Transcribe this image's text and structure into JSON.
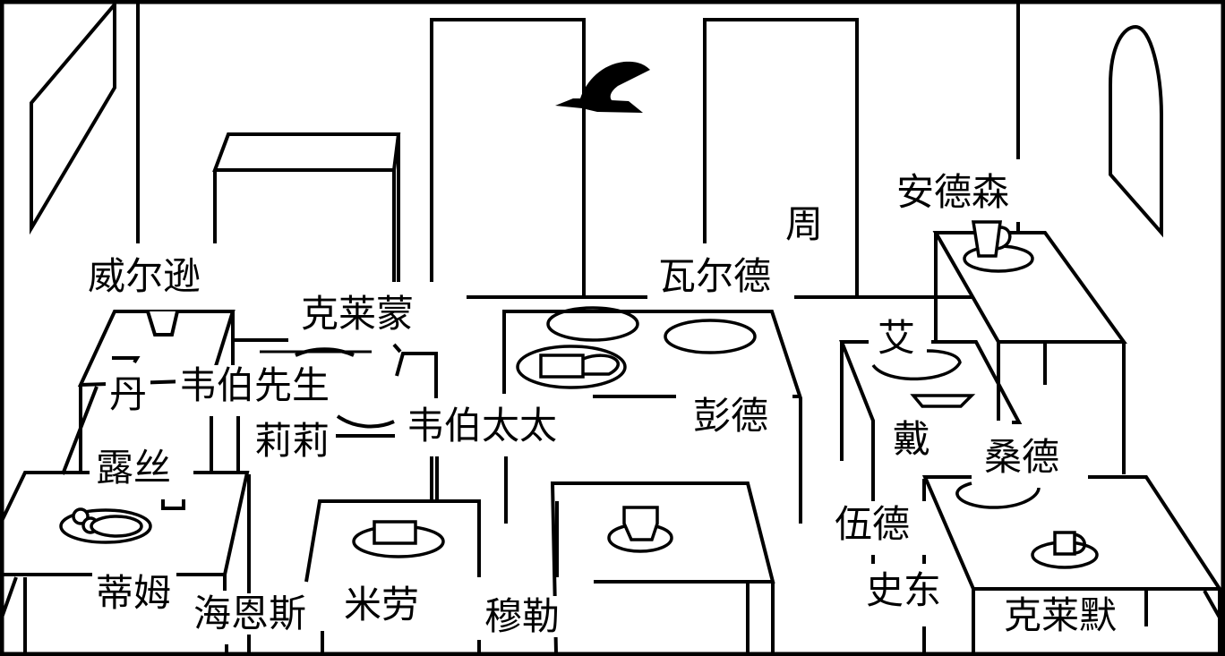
{
  "scene": {
    "title": "餐厅座位示意图",
    "stroke_color": "#000000",
    "background_color": "#ffffff",
    "labels": {
      "wilson": "威尔逊",
      "clemont": "克莱蒙",
      "zhou": "周",
      "ward": "瓦尔德",
      "anderson": "安德森",
      "dan": "丹",
      "mr_weber": "韦伯先生",
      "lily": "莉莉",
      "mrs_weber": "韦伯太太",
      "ruth": "露丝",
      "pende": "彭德",
      "ai": "艾",
      "dai": "戴",
      "sande": "桑德",
      "wude": "伍德",
      "tim": "蒂姆",
      "haines": "海恩斯",
      "milao": "米劳",
      "muller": "穆勒",
      "shidong": "史东",
      "clermont": "克莱默"
    },
    "icons": [
      "bird-icon",
      "cup-icon",
      "plate-icon",
      "food-plate-icon",
      "picture-frame-icon",
      "arched-window-icon"
    ]
  }
}
